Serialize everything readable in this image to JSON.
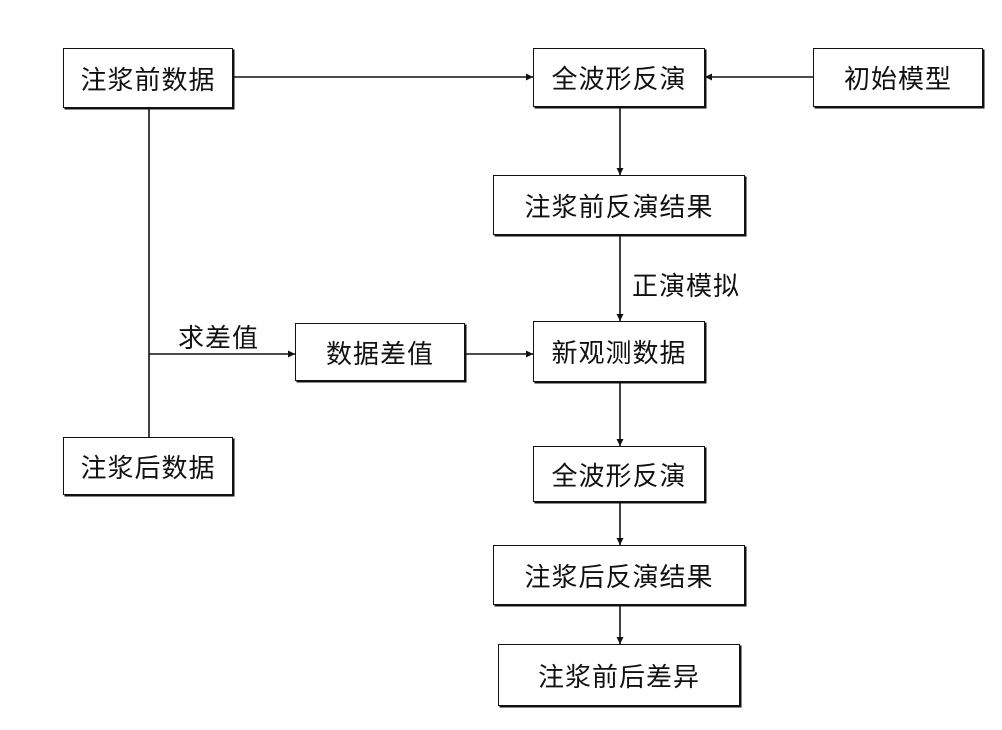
{
  "nodes": {
    "pre_data": "注浆前数据",
    "fwi_1": "全波形反演",
    "initial_model": "初始模型",
    "pre_result": "注浆前反演结果",
    "data_diff": "数据差值",
    "new_obs": "新观测数据",
    "post_data": "注浆后数据",
    "fwi_2": "全波形反演",
    "post_result": "注浆后反演结果",
    "diff_result": "注浆前后差异"
  },
  "edge_labels": {
    "forward_modeling": "正演模拟",
    "difference": "求差值"
  }
}
